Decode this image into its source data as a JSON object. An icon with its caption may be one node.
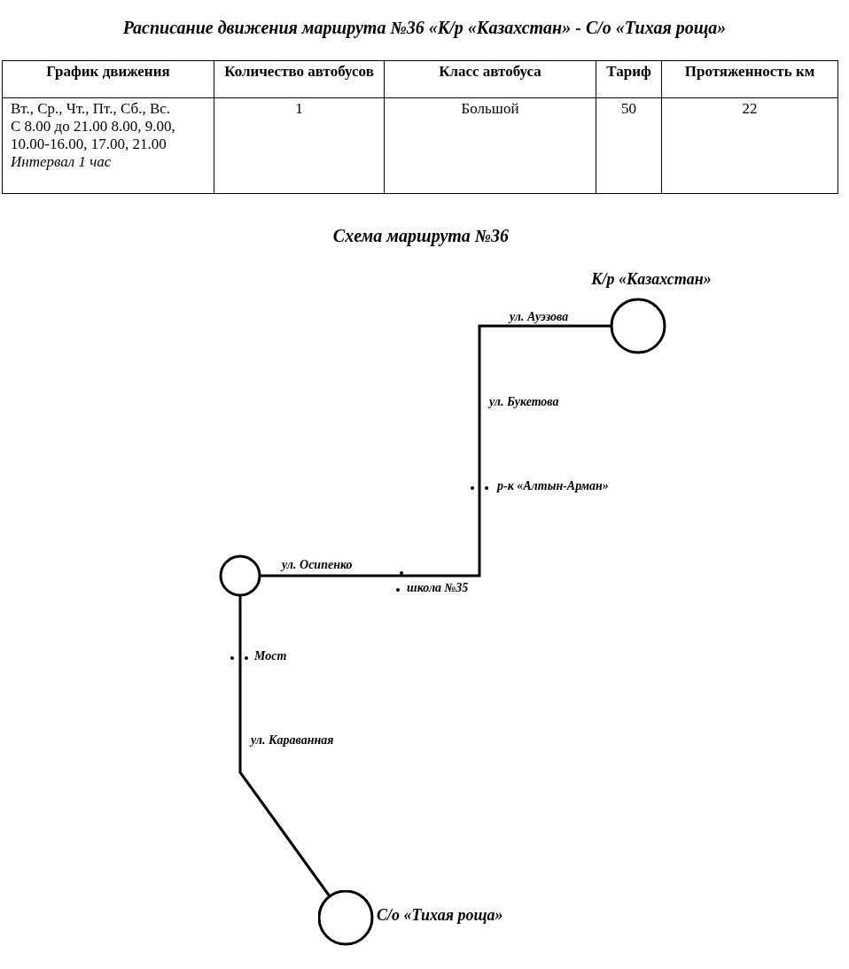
{
  "diagram": {
    "title": "Расписание движения маршрута №36 «К/р «Казахстан» - С/о «Тихая роща»",
    "nodes": [
      {
        "text": [
          "К/р «Казахстан»"
        ]
      },
      {
        "text": [],
        "shape": "circle"
      },
      {
        "text": [
          "С/о «Тихая роща»"
        ]
      }
    ],
    "edges": [
      {
        "from": 0,
        "to": 1,
        "arrow": "none"
      },
      {
        "from": 1,
        "to": 2,
        "arrow": "none"
      }
    ],
    "labels": [
      "График движения",
      "Количество автобусов",
      "Класс автобуса",
      "Тариф",
      "Протяженность км",
      "Вт., Ср., Чт., Пт., Сб., Вс. С 8.00 до 21.00 8.00, 9.00, 10.00-16.00, 17.00, 21.00 *Интервал 1 час*",
      "1",
      "Большой",
      "50",
      "22",
      "Схема маршрута №36",
      "ул. Ауэзова",
      "ул. Букетова",
      "р-к «Алтын-Арман»",
      "ул. Осипенко",
      "школа №35",
      "Мост",
      "ул. Караванная"
    ]
  }
}
